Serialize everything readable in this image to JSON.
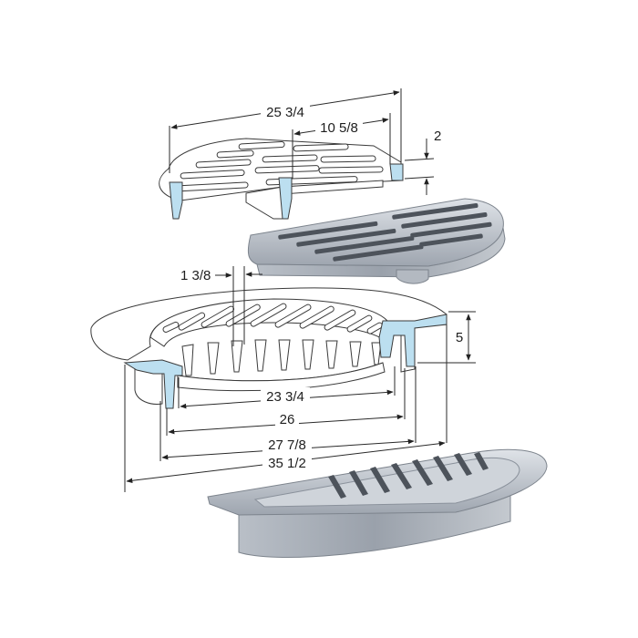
{
  "dimensions": {
    "upper_overall": "25 3/4",
    "upper_half": "10 5/8",
    "upper_height": "2",
    "bar_width": "1 3/8",
    "lower_height": "5",
    "lower_inner": "23 3/4",
    "lower_26": "26",
    "lower_27": "27 7/8",
    "lower_overall": "35 1/2"
  },
  "colors": {
    "section_fill": "#bcdff0",
    "line": "#333333",
    "metal_light": "#d4d8de",
    "metal_mid": "#aeb4bd",
    "metal_dark": "#8d949e",
    "paper": "#ffffff"
  }
}
